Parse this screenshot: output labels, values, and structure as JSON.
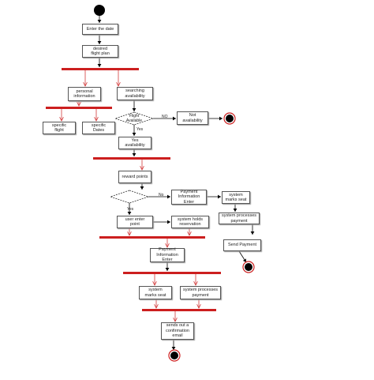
{
  "nodes": {
    "enter_date": "Enter the date",
    "desired_plan": "desired\nflight plan",
    "personal_info": "personal\ninformation",
    "searching": "searching\navailability",
    "specific_flight": "specific\nflight",
    "specific_dates": "specific\nDates",
    "flight_decision": "Flight\nAvailable",
    "not_available": "Not\navailability",
    "yes_availability": "Yes\navailability",
    "reward_points": "reward points",
    "payment_info_1": "Payment\nInformation\nEnter",
    "system_marks_seat_1": "system\nmarks seat",
    "user_enter_point": "user enter\npoint",
    "system_holds": "system holds\nreservation",
    "system_processes_1": "system processes\npayment",
    "send_payment": "Send Payment",
    "payment_info_2": "Payment\nInformation\nEnter",
    "system_marks_seat_2": "system\nmarks seat",
    "system_processes_2": "system processes\npayment",
    "confirmation_email": "sends out a\nconfirmation\nemail"
  },
  "edge_labels": {
    "no_1": "NO",
    "yes_1": "Yes",
    "no_2": "No",
    "yes_2": "Yes"
  }
}
